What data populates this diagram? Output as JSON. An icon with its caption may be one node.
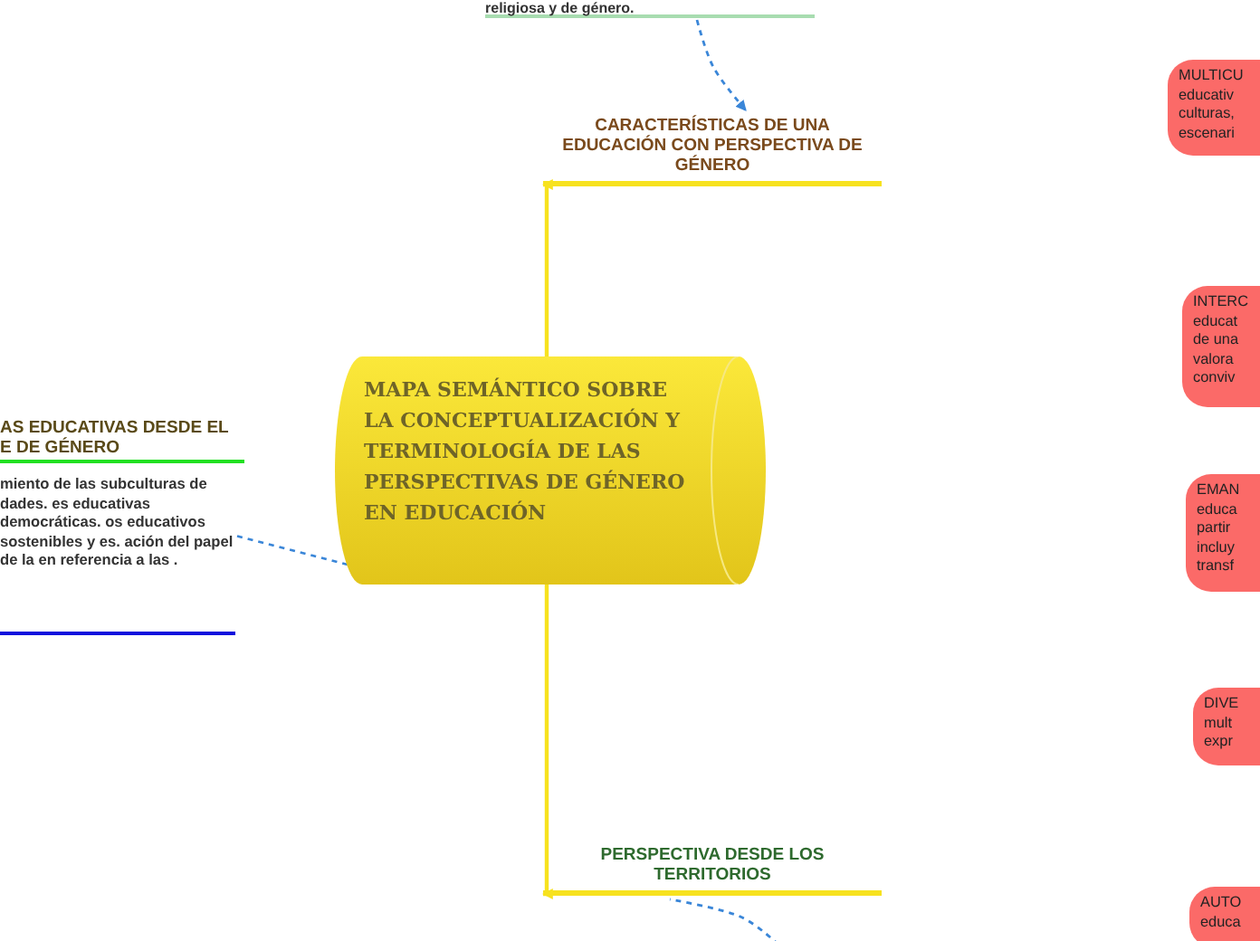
{
  "diagram": {
    "nodes": [
      {
        "text": [
          "religiosa y de género."
        ]
      },
      {
        "text": [
          "CARACTERÍSTICAS DE UNA EDUCACIÓN CON PERSPECTIVA DE GÉNERO"
        ]
      },
      {
        "text": [
          "AS EDUCATIVAS DESDE EL E DE GÉNERO",
          "miento de las subculturas de dades. es educativas democráticas. os educativos sostenibles y es. ación del papel de la en referencia a las ."
        ]
      },
      {
        "text": [
          "MAPA SEMÁNTICO SOBRE LA CONCEPTUALIZACIÓN Y TERMINOLOGÍA DE LAS PERSPECTIVAS DE GÉNERO EN EDUCACIÓN"
        ]
      },
      {
        "text": [
          "PERSPECTIVA DESDE LOS TERRITORIOS"
        ]
      },
      {
        "text": [
          "MULTICU educativ culturas, escenari"
        ]
      },
      {
        "text": [
          "INTERC educat de una valora conviv"
        ]
      },
      {
        "text": [
          "EMAN educa partir incluy transf"
        ]
      },
      {
        "text": [
          "DIVE mult expr"
        ]
      },
      {
        "text": [
          "AUTO educa"
        ]
      }
    ],
    "edges": [
      {
        "from": 0,
        "to": 1,
        "arrow": "to",
        "style": "dashed",
        "color": "#3a86d8"
      },
      {
        "from": 3,
        "to": 1,
        "arrow": "to",
        "color": "#f7e21f"
      },
      {
        "from": 3,
        "to": 2,
        "arrow": "none",
        "style": "dashed",
        "color": "#3a86d8"
      },
      {
        "from": 3,
        "to": 4,
        "arrow": "to",
        "color": "#f7e21f"
      },
      {
        "from": null,
        "to": 4,
        "arrow": "none",
        "style": "dashed",
        "color": "#3a86d8"
      }
    ]
  }
}
